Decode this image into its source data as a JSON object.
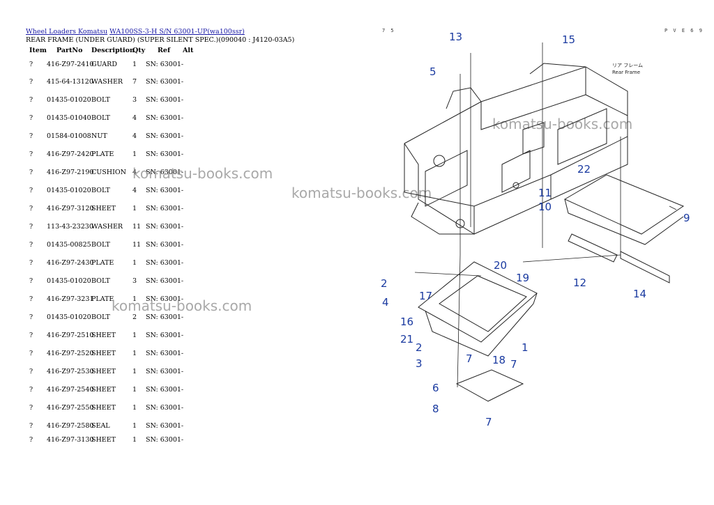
{
  "breadcrumb": {
    "link1": "Wheel Loaders Komatsu",
    "link2": "WA100SS-3-H S/N 63001-UP(wa100ssr)"
  },
  "section_title": "REAR FRAME (UNDER GUARD) (SUPER SILENT SPEC.)(090040 : J4120-03A5)",
  "table": {
    "headers": {
      "item": "Item",
      "partno": "PartNo",
      "description": "Description",
      "qty": "Qty",
      "ref": "Ref",
      "alt": "Alt"
    },
    "rows": [
      {
        "item": "?",
        "partno": "416-Z97-2410",
        "description": "GUARD",
        "qty": "1",
        "ref": "SN: 63001-"
      },
      {
        "item": "?",
        "partno": "415-64-13120",
        "description": "WASHER",
        "qty": "7",
        "ref": "SN: 63001-"
      },
      {
        "item": "?",
        "partno": "01435-01020",
        "description": "BOLT",
        "qty": "3",
        "ref": "SN: 63001-"
      },
      {
        "item": "?",
        "partno": "01435-01040",
        "description": "BOLT",
        "qty": "4",
        "ref": "SN: 63001-"
      },
      {
        "item": "?",
        "partno": "01584-01008",
        "description": "NUT",
        "qty": "4",
        "ref": "SN: 63001-"
      },
      {
        "item": "?",
        "partno": "416-Z97-2420",
        "description": "PLATE",
        "qty": "1",
        "ref": "SN: 63001-"
      },
      {
        "item": "?",
        "partno": "416-Z97-2190",
        "description": "CUSHION",
        "qty": "4",
        "ref": "SN: 63001-"
      },
      {
        "item": "?",
        "partno": "01435-01020",
        "description": "BOLT",
        "qty": "4",
        "ref": "SN: 63001-"
      },
      {
        "item": "?",
        "partno": "416-Z97-3120",
        "description": "SHEET",
        "qty": "1",
        "ref": "SN: 63001-"
      },
      {
        "item": "?",
        "partno": "113-43-23230",
        "description": "WASHER",
        "qty": "11",
        "ref": "SN: 63001-"
      },
      {
        "item": "?",
        "partno": "01435-00825",
        "description": "BOLT",
        "qty": "11",
        "ref": "SN: 63001-"
      },
      {
        "item": "?",
        "partno": "416-Z97-2430",
        "description": "PLATE",
        "qty": "1",
        "ref": "SN: 63001-"
      },
      {
        "item": "?",
        "partno": "01435-01020",
        "description": "BOLT",
        "qty": "3",
        "ref": "SN: 63001-"
      },
      {
        "item": "?",
        "partno": "416-Z97-3231",
        "description": "PLATE",
        "qty": "1",
        "ref": "SN: 63001-"
      },
      {
        "item": "?",
        "partno": "01435-01020",
        "description": "BOLT",
        "qty": "2",
        "ref": "SN: 63001-"
      },
      {
        "item": "?",
        "partno": "416-Z97-2510",
        "description": "SHEET",
        "qty": "1",
        "ref": "SN: 63001-"
      },
      {
        "item": "?",
        "partno": "416-Z97-2520",
        "description": "SHEET",
        "qty": "1",
        "ref": "SN: 63001-"
      },
      {
        "item": "?",
        "partno": "416-Z97-2530",
        "description": "SHEET",
        "qty": "1",
        "ref": "SN: 63001-"
      },
      {
        "item": "?",
        "partno": "416-Z97-2540",
        "description": "SHEET",
        "qty": "1",
        "ref": "SN: 63001-"
      },
      {
        "item": "?",
        "partno": "416-Z97-2550",
        "description": "SHEET",
        "qty": "1",
        "ref": "SN: 63001-"
      },
      {
        "item": "?",
        "partno": "416-Z97-2580",
        "description": "SEAL",
        "qty": "1",
        "ref": "SN: 63001-"
      },
      {
        "item": "?",
        "partno": "416-Z97-3130",
        "description": "SHEET",
        "qty": "1",
        "ref": "SN: 63001-"
      }
    ]
  },
  "watermark": "komatsu-books.com",
  "diagram": {
    "page_left": "7 5",
    "page_right": "P V E 6 9",
    "label_jp": "リア フレーム",
    "label_en": "Rear Frame",
    "callouts": [
      "13",
      "15",
      "5",
      "22",
      "11",
      "10",
      "9",
      "20",
      "19",
      "2",
      "4",
      "17",
      "12",
      "14",
      "16",
      "21",
      "1",
      "2",
      "3",
      "18",
      "7",
      "7",
      "6",
      "8",
      "7"
    ],
    "callout_color": "#1a3aa0"
  }
}
